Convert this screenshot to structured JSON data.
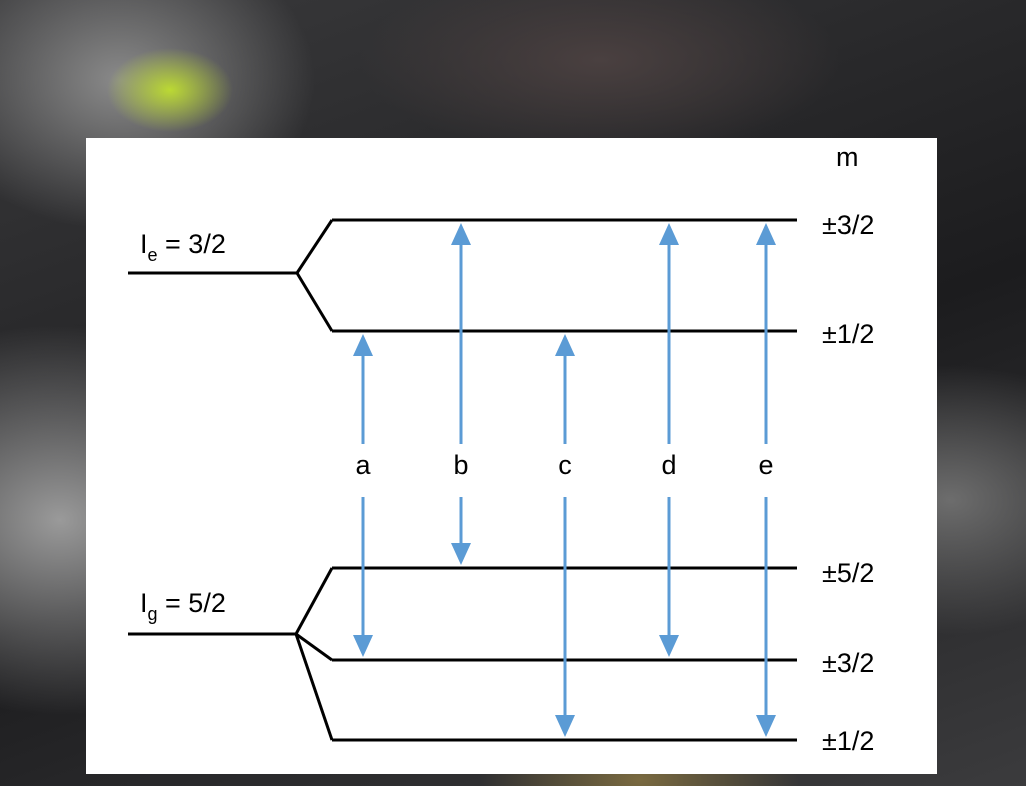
{
  "excited_state": {
    "label_main": "I",
    "label_sub": "e",
    "label_value": " = 3/2"
  },
  "ground_state": {
    "label_main": "I",
    "label_sub": "g",
    "label_value": " = 5/2"
  },
  "m_header": "m",
  "excited_levels": [
    "±3/2",
    "±1/2"
  ],
  "ground_levels": [
    "±5/2",
    "±3/2",
    "±1/2"
  ],
  "transitions": [
    {
      "label": "a",
      "from": "±3/2",
      "to": "±1/2"
    },
    {
      "label": "b",
      "from": "±5/2",
      "to": "±3/2"
    },
    {
      "label": "c",
      "from": "±1/2",
      "to": "±1/2"
    },
    {
      "label": "d",
      "from": "±3/2",
      "to": "±3/2"
    },
    {
      "label": "e",
      "from": "±1/2",
      "to": "±3/2"
    }
  ],
  "colors": {
    "arrow": "#5b9bd5",
    "level": "#000000",
    "panel": "#ffffff"
  }
}
